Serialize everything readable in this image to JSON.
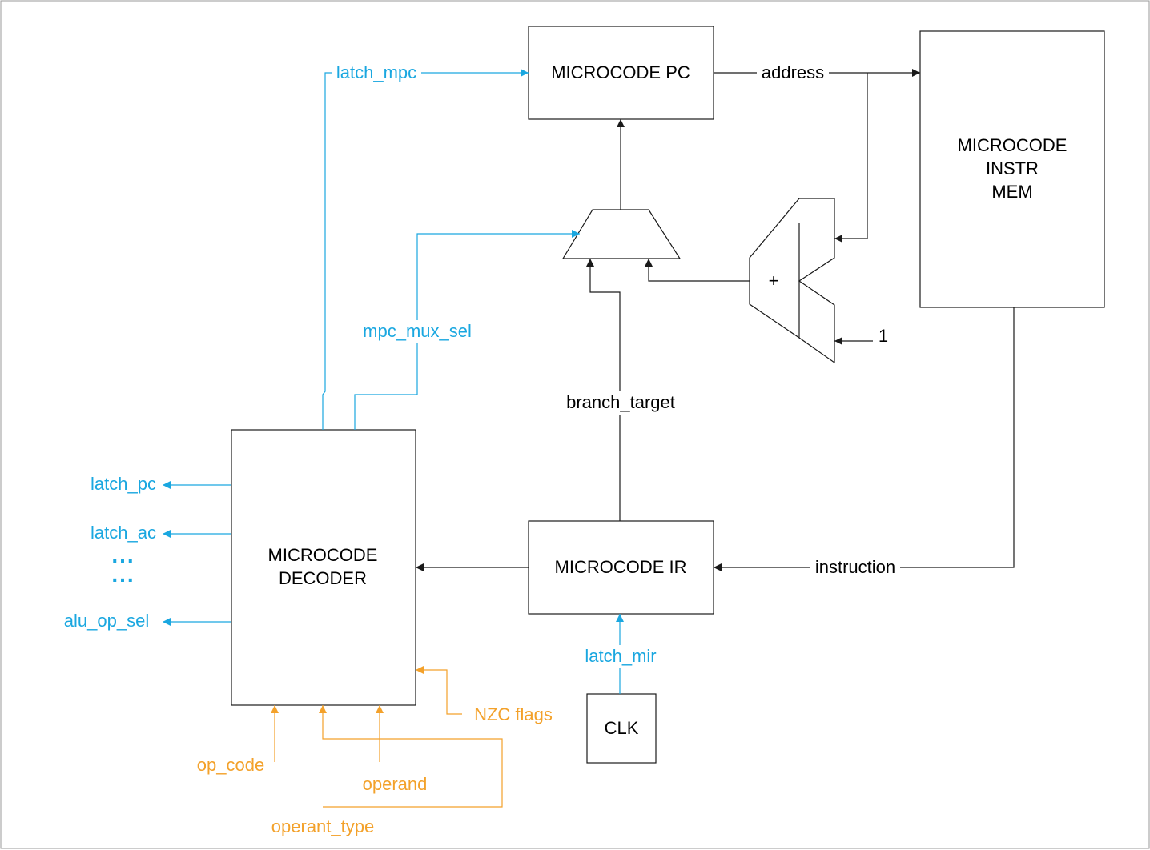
{
  "blocks": {
    "mpc": "MICROCODE PC",
    "mem": [
      "MICROCODE",
      "INSTR",
      "MEM"
    ],
    "decoder": [
      "MICROCODE",
      "DECODER"
    ],
    "ir": "MICROCODE IR",
    "clk": "CLK",
    "adder": "+"
  },
  "signals": {
    "address": "address",
    "instruction": "instruction",
    "branch_target": "branch_target",
    "one": "1"
  },
  "control": {
    "latch_mpc": "latch_mpc",
    "mpc_mux_sel": "mpc_mux_sel",
    "latch_pc": "latch_pc",
    "latch_ac": "latch_ac",
    "ellipsis": "...",
    "alu_op_sel": "alu_op_sel",
    "latch_mir": "latch_mir"
  },
  "inputs": {
    "nzc_flags": "NZC flags",
    "op_code": "op_code",
    "operand": "operand",
    "operant_type": "operant_type"
  },
  "colors": {
    "control": "#1aa7e0",
    "input": "#f3a12a",
    "line": "#1a1a1a"
  }
}
